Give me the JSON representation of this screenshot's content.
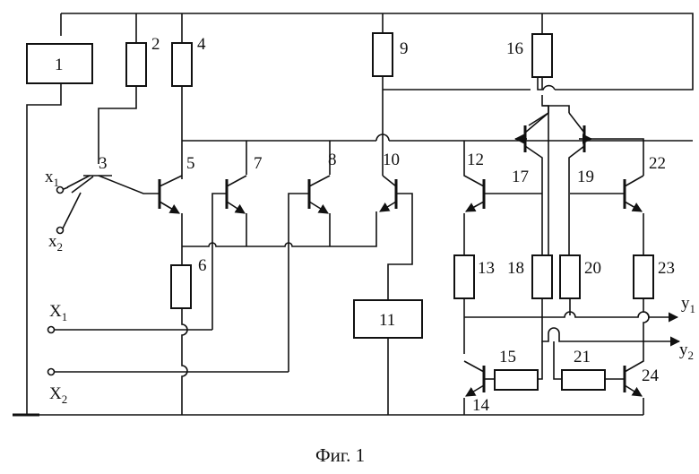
{
  "caption": "Фиг. 1",
  "components": {
    "c1": "1",
    "c2": "2",
    "c3": "3",
    "c4": "4",
    "c5": "5",
    "c6": "6",
    "c7": "7",
    "c8": "8",
    "c9": "9",
    "c10": "10",
    "c11": "11",
    "c12": "12",
    "c13": "13",
    "c14": "14",
    "c15": "15",
    "c16": "16",
    "c17": "17",
    "c18": "18",
    "c19": "19",
    "c20": "20",
    "c21": "21",
    "c22": "22",
    "c23": "23",
    "c24": "24"
  },
  "inputs": {
    "x1": {
      "main": "x",
      "sub": "1"
    },
    "x2": {
      "main": "x",
      "sub": "2"
    },
    "X1": {
      "main": "X",
      "sub": "1"
    },
    "X2": {
      "main": "X",
      "sub": "2"
    }
  },
  "outputs": {
    "y1": {
      "main": "y",
      "sub": "1"
    },
    "y2": {
      "main": "y",
      "sub": "2"
    }
  }
}
